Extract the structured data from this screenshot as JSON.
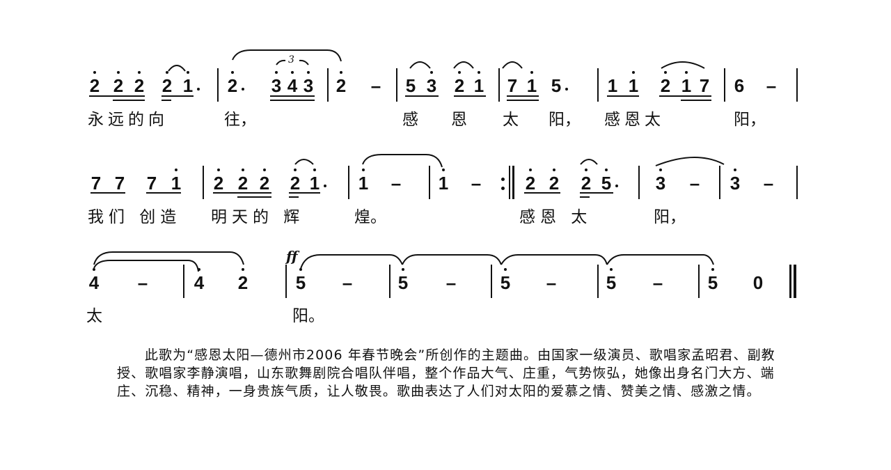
{
  "score": {
    "dynamic_mark": "ff",
    "triplet_label": "3",
    "rows": [
      {
        "notes": [
          "2",
          "2",
          "2",
          "2",
          "1",
          "2",
          "3",
          "4",
          "3",
          "2",
          "–",
          "5",
          "3",
          "2",
          "1",
          "7",
          "1",
          "5",
          "1",
          "1",
          "2",
          "1",
          "7",
          "6",
          "–"
        ],
        "lyrics": [
          "永远的向",
          "往，",
          "感",
          "恩",
          "太",
          "阳，",
          "感恩太",
          "阳，"
        ]
      },
      {
        "notes": [
          "7",
          "7",
          "7",
          "1",
          "2",
          "2",
          "2",
          "2",
          "1",
          "1",
          "–",
          "1",
          "–",
          "2",
          "2",
          "2",
          "5",
          "3",
          "–",
          "3",
          "–"
        ],
        "lyrics": [
          "我们 创造",
          "明天的 辉",
          "煌。",
          "感恩 太",
          "阳，"
        ]
      },
      {
        "notes": [
          "4",
          "–",
          "4",
          "2",
          "5",
          "–",
          "5",
          "–",
          "5",
          "–",
          "5",
          "–",
          "5",
          "0"
        ],
        "lyrics": [
          "太",
          "阳。"
        ]
      }
    ]
  },
  "description": {
    "text": "此歌为“感恩太阳—德州市2006 年春节晚会”所创作的主题曲。由国家一级演员、歌唱家孟昭君、副教授、歌唱家李静演唱，山东歌舞剧院合唱队伴唱，整个作品大气、庄重，气势恢弘，她像出身名门大方、端庄、沉稳、精神，一身贵族气质，让人敬畏。歌曲表达了人们对太阳的爱慕之情、赞美之情、感激之情。"
  }
}
